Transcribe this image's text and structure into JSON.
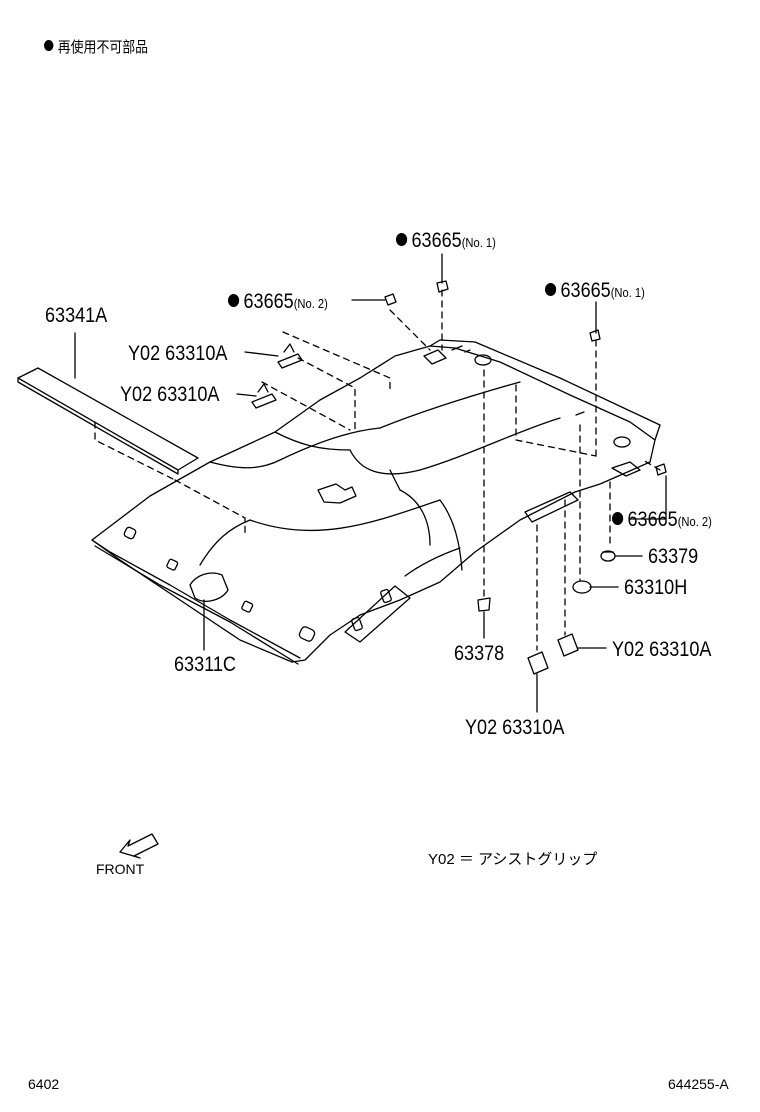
{
  "legend": {
    "bullet_text": "再使用不可部品"
  },
  "parts": {
    "p63665_no1_top": {
      "number": "63665",
      "note": "(No. 1)"
    },
    "p63665_no2_left": {
      "number": "63665",
      "note": "(No. 2)"
    },
    "p63665_no1_right": {
      "number": "63665",
      "note": "(No. 1)"
    },
    "p63665_no2_right": {
      "number": "63665",
      "note": "(No. 2)"
    },
    "p63341A": {
      "number": "63341A"
    },
    "p63310A_1": {
      "number": "Y02 63310A"
    },
    "p63310A_2": {
      "number": "Y02 63310A"
    },
    "p63379": {
      "number": "63379"
    },
    "p63310H": {
      "number": "63310H"
    },
    "p63378": {
      "number": "63378"
    },
    "p63310A_3": {
      "number": "Y02 63310A"
    },
    "p63310A_4": {
      "number": "Y02 63310A"
    },
    "p63311C": {
      "number": "63311C"
    }
  },
  "front_label": "FRONT",
  "y02_note": "Y02 ＝ アシストグリップ",
  "footer": {
    "left": "6402",
    "right": "644255-A"
  }
}
